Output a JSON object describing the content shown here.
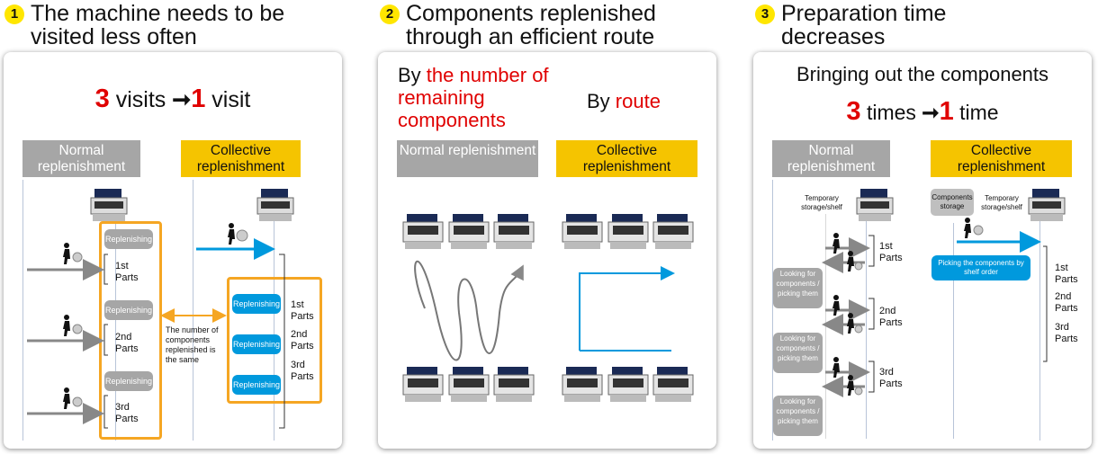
{
  "section1": {
    "number": "1",
    "title_line1": "The machine needs to be",
    "title_line2": "visited less often",
    "visits_from": "3",
    "visits_word": " visits ",
    "visits_to": "1",
    "visit_word": " visit",
    "normal_header": "Normal replenishment",
    "collective_header": "Collective replenishment",
    "replenishing": "Replenishing",
    "parts": [
      "1st Parts",
      "2nd Parts",
      "3rd Parts"
    ],
    "note": "The number of components replenished is the same"
  },
  "section2": {
    "number": "2",
    "title_line1": "Components replenished",
    "title_line2": "through an efficient route",
    "by_prefix": "By ",
    "by_remaining": "the number of remaining",
    "by_components": "components",
    "by_route_prefix": "By ",
    "by_route": "route",
    "normal_header": "Normal replenishment",
    "collective_header": "Collective replenishment"
  },
  "section3": {
    "number": "3",
    "title_line1": "Preparation time",
    "title_line2": "decreases",
    "subtitle": "Bringing out the components",
    "times_from": "3",
    "times_word": " times ",
    "times_to": "1",
    "time_word": " time",
    "normal_header": "Normal replenishment",
    "collective_header": "Collective replenishment",
    "temp_storage": "Temporary storage/shelf",
    "components_storage": "Components storage",
    "looking": "Looking for components / picking them",
    "picking_shelf": "Picking the components by shelf order",
    "parts": [
      "1st Parts",
      "2nd Parts",
      "3rd Parts"
    ]
  },
  "colors": {
    "red": "#e00000",
    "yellow": "#f5c400",
    "gray": "#a6a6a6",
    "blue": "#0099dd",
    "orange": "#f5a623"
  }
}
